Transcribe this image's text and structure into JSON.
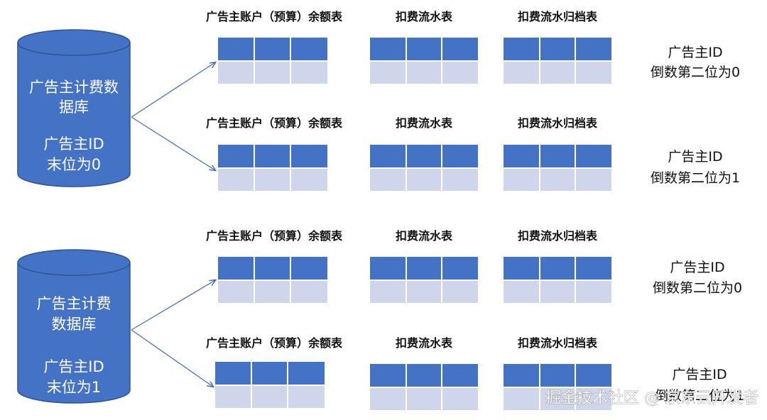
{
  "colors": {
    "db_fill": "#4472c4",
    "db_stroke": "#2f5597",
    "table_header": "#4472c4",
    "table_body": "#cfd5ea",
    "arrow": "#4472c4",
    "text": "#111111"
  },
  "databases": [
    {
      "name_lines": [
        "广告主计费数",
        "据库"
      ],
      "rule_lines": [
        "广告主ID",
        "末位为0"
      ],
      "shards": [
        {
          "tables": [
            "广告主账户（预算）余额表",
            "扣费流水表",
            "扣费流水归档表"
          ],
          "rule_lines": [
            "广告主ID",
            "倒数第二位为0"
          ]
        },
        {
          "tables": [
            "广告主账户（预算）余额表",
            "扣费流水表",
            "扣费流水归档表"
          ],
          "rule_lines": [
            "广告主ID",
            "倒数第二位为1"
          ]
        }
      ]
    },
    {
      "name_lines": [
        "广告主计费",
        "数据库"
      ],
      "rule_lines": [
        "广告主ID",
        "末位为1"
      ],
      "shards": [
        {
          "tables": [
            "广告主账户（预算）余额表",
            "扣费流水表",
            "扣费流水归档表"
          ],
          "rule_lines": [
            "广告主ID",
            "倒数第二位为0"
          ]
        },
        {
          "tables": [
            "广告主账户（预算）余额表",
            "扣费流水表",
            "扣费流水归档表"
          ],
          "rule_lines": [
            "广告主ID",
            "倒数第二位为1"
          ]
        }
      ]
    }
  ],
  "watermark": "掘金技术社区 @ 京东云开发者"
}
